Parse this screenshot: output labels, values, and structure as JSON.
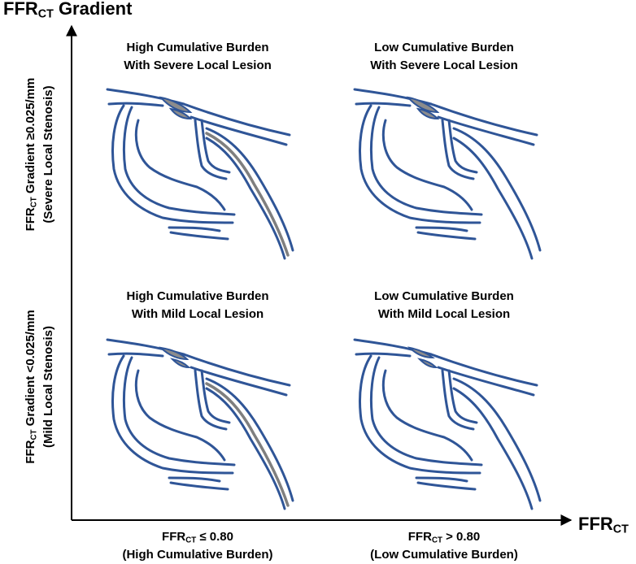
{
  "axes": {
    "y_title": {
      "main": "FFR",
      "sub": "CT",
      "rest": " Gradient"
    },
    "x_title": {
      "main": "FFR",
      "sub": "CT",
      "rest": ""
    }
  },
  "y_labels": {
    "top": {
      "line1_main": "FFR",
      "line1_sub": "CT",
      "line1_rest": " Gradient ≥0.025/mm",
      "line2": "(Severe Local Stenosis)"
    },
    "bottom": {
      "line1_main": "FFR",
      "line1_sub": "CT",
      "line1_rest": " Gradient <0.025/mm",
      "line2": "(Mild Local Stenosis)"
    }
  },
  "x_labels": {
    "left": {
      "line1_main": "FFR",
      "line1_sub": "CT",
      "line1_rest": " ≤ 0.80",
      "line2": "(High Cumulative Burden)"
    },
    "right": {
      "line1_main": "FFR",
      "line1_sub": "CT",
      "line1_rest": " > 0.80",
      "line2": "(Low Cumulative Burden)"
    }
  },
  "quadrants": {
    "top_left": {
      "line1": "High Cumulative Burden",
      "line2": "With Severe Local Lesion"
    },
    "top_right": {
      "line1": "Low Cumulative Burden",
      "line2": "With Severe Local Lesion"
    },
    "bottom_left": {
      "line1": "High Cumulative Burden",
      "line2": "With Mild Local Lesion"
    },
    "bottom_right": {
      "line1": "Low Cumulative Burden",
      "line2": "With Mild Local Lesion"
    }
  },
  "colors": {
    "vessel": "#2f5597",
    "plaque": "#8c8c8c",
    "axis": "#000000"
  }
}
